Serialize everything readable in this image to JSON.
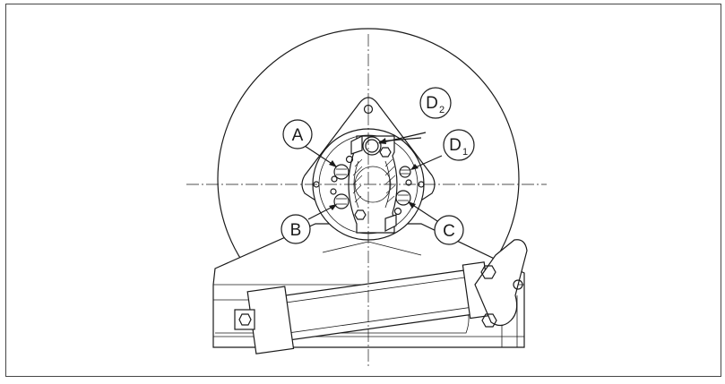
{
  "labels": {
    "a": "A",
    "b": "B",
    "c": "C",
    "d1_main": "D",
    "d1_sub": "1",
    "d2_main": "D",
    "d2_sub": "2"
  },
  "colors": {
    "ink": "#1a1a1a",
    "paper": "#ffffff"
  }
}
